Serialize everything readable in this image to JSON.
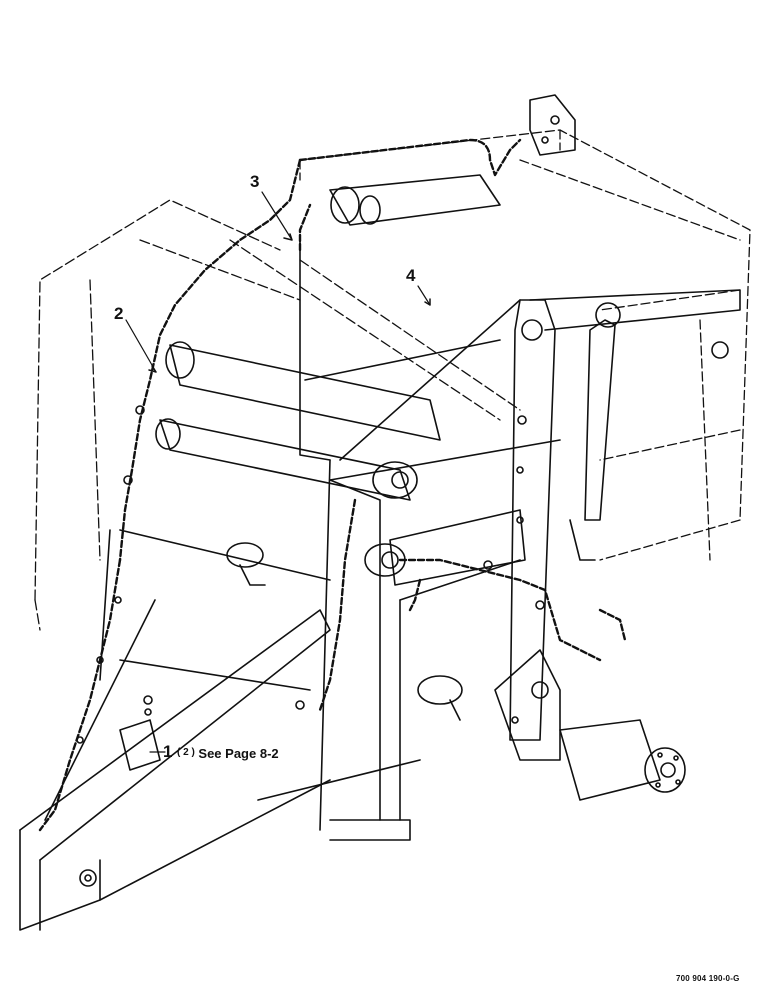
{
  "callouts": {
    "c1": "1",
    "c2": "2",
    "c3": "3",
    "c4": "4"
  },
  "reference": {
    "qty": "( 2 )",
    "text": "See Page 8-2"
  },
  "figure_id": "700 904 190-0-G"
}
